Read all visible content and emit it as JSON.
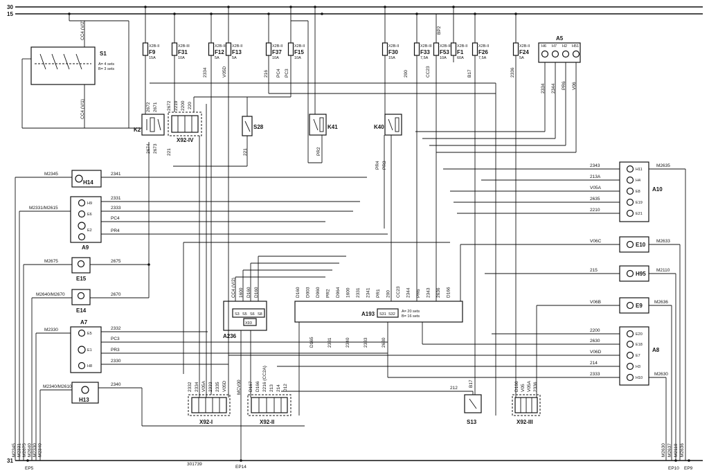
{
  "rails": {
    "r30": "30",
    "r15": "15",
    "r31": "31"
  },
  "fuses": [
    {
      "name": "F9",
      "rating": "15A",
      "tag": "X2B-II"
    },
    {
      "name": "F31",
      "rating": "10A",
      "tag": "X2B-III"
    },
    {
      "name": "F12",
      "rating": "5A",
      "tag": "X2B-III"
    },
    {
      "name": "F13",
      "rating": "5A",
      "tag": "X2B-II"
    },
    {
      "name": "F37",
      "rating": "10A",
      "tag": "X2B-II"
    },
    {
      "name": "F15",
      "rating": "10A",
      "tag": "X2B-II"
    },
    {
      "name": "F30",
      "rating": "15A",
      "tag": "X2B-II"
    },
    {
      "name": "F33",
      "rating": "7,5A",
      "tag": "X2B-III"
    },
    {
      "name": "F53",
      "rating": "10A",
      "tag": "X2B-III"
    },
    {
      "name": "F1",
      "rating": "60A",
      "tag": "X2B-II"
    },
    {
      "name": "F26",
      "rating": "7,5A",
      "tag": "X2B-II"
    },
    {
      "name": "F24",
      "rating": "5A",
      "tag": "X2B-II"
    }
  ],
  "components": {
    "S1": "S1",
    "S1_note1": "A= 4 sets",
    "S1_note2": "B= 3 sets",
    "K2": "K2",
    "X92IV": "X92-IV",
    "S28": "S28",
    "K41": "K41",
    "K40": "K40",
    "A5": "A5",
    "A5_pins": [
      "H6",
      "H7",
      "H2",
      "H51"
    ],
    "H14": "H14",
    "A9": "A9",
    "E15": "E15",
    "E14": "E14",
    "A7": "A7",
    "H13": "H13",
    "A10": "A10",
    "A8": "A8",
    "E10": "E10",
    "H95": "H95",
    "E9": "E9",
    "A236": "A236",
    "A236_parts": [
      "S3",
      "S5",
      "S6",
      "S8"
    ],
    "X93": "X93",
    "A193": "A193",
    "A193_parts": [
      "S31",
      "S32"
    ],
    "A193_note1": "A= 20 sets",
    "A193_note2": "B= 16 sets",
    "X92I": "X92-I",
    "X92II": "X92-II",
    "X92III": "X92-III",
    "S13": "S13"
  },
  "wires": {
    "cc4v2": "CC4 (V/2)",
    "cc4v1": "CC4 (V/1)",
    "w2334": "2334",
    "wV05D": "V05D",
    "w216": "216",
    "wPC4": "PC4",
    "wPC3": "PC3",
    "w200": "200",
    "wCC23": "CC23",
    "wB17": "B17",
    "wBP2": "BP2",
    "w2336": "2336",
    "w2344": "2344",
    "wPR6": "PR6",
    "wV06": "V06",
    "w2672": "2672",
    "w2671": "2671",
    "w2219": "2219",
    "w2200": "2200",
    "w220": "220",
    "w2674": "2674",
    "w2673": "2673",
    "w221a": "221",
    "w221b": "221",
    "wPR2": "PR2",
    "wPR4": "PR4",
    "wPR3": "PR3",
    "w2341": "2341",
    "w2331": "2331",
    "w2333": "2333",
    "wPR4b": "PR4",
    "w2675": "2675",
    "w2670": "2670",
    "w2332": "2332",
    "w2330": "2330",
    "w2340": "2340",
    "w2343": "2343",
    "w213A": "213A",
    "wV05A": "V05A",
    "w2635": "2635",
    "w2210": "2210",
    "wV06C": "V06C",
    "w215": "215",
    "wV06B": "V06B",
    "w2200b": "2200",
    "w2630": "2630",
    "wV06D": "V06D",
    "w214": "214",
    "w2333b": "2333",
    "wM2345": "M2345",
    "wM2331": "M2331/M2615",
    "wM2675": "M2675",
    "wM2640": "M2640/M2670",
    "wM2330": "M2330",
    "wM2340": "M2340/M2610",
    "wM2635": "M2635",
    "wM2633": "M2633",
    "wM2110": "M2110",
    "wM2636": "M2636",
    "wM2630": "M2630",
    "wEP5": "EP5",
    "wEP14": "EP14",
    "wEP10": "EP10",
    "wEP9": "EP9",
    "docnum": "301739",
    "wMCV00": "MCV00",
    "w212": "212",
    "wB17b": "B17",
    "a236_top": [
      "CC4 (V/2)",
      "1600",
      "D160",
      "D160"
    ],
    "a193_top": [
      "D160",
      "D003",
      "D960",
      "PR2",
      "D964",
      "1600",
      "2331",
      "2341",
      "PR1",
      "200",
      "CC23",
      "2344",
      "PR6",
      "2343",
      "2636",
      "D166"
    ],
    "a193_bot": [
      "D165",
      "2331",
      "2340",
      "2333",
      "2630"
    ],
    "x92i": [
      "2332",
      "2334",
      "V05A",
      "2333",
      "2335",
      "V05D"
    ],
    "x92ii": [
      "D167",
      "D166",
      "2216 (CC2A)",
      "213",
      "214",
      "D12"
    ],
    "x92iii": [
      "D166",
      "V05",
      "V05A",
      "2336"
    ],
    "bottomL": [
      "M2345",
      "M2331",
      "M2675",
      "M2640",
      "M2330",
      "M2340"
    ],
    "bottomR": [
      "M2630",
      "M2637",
      "M2110",
      "M2636"
    ]
  }
}
